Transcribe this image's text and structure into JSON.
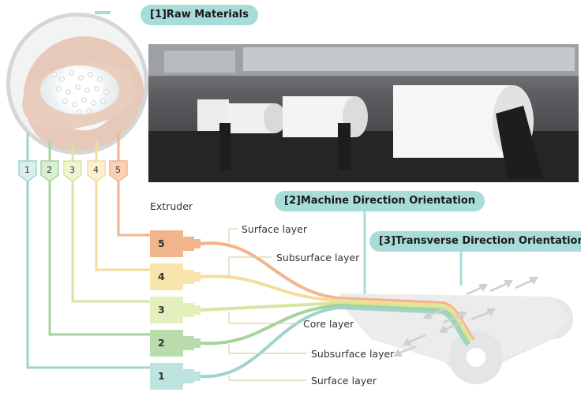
{
  "title_raw": "[1]Raw Materials",
  "title_mdo": "[2]Machine Direction Orientation",
  "title_tdo": "[3]Transverse Direction Orientation",
  "extruder_label": "Extruder",
  "feed_numbers": [
    "1",
    "2",
    "3",
    "4",
    "5"
  ],
  "extruder_numbers": [
    "5",
    "4",
    "3",
    "2",
    "1"
  ],
  "layer_labels": {
    "surface_top": "Surface layer",
    "subsurface_top": "Subsurface layer",
    "core": "Core layer",
    "subsurface_bottom": "Subsurface layer",
    "surface_bottom": "Surface layer"
  },
  "colors": {
    "teal": "#9fd3cf",
    "green": "#a5d39b",
    "yellow_green": "#d5e6a0",
    "yellow": "#f4dd9a",
    "orange": "#f2b48a",
    "pill_teal": "#a8dcd9"
  }
}
